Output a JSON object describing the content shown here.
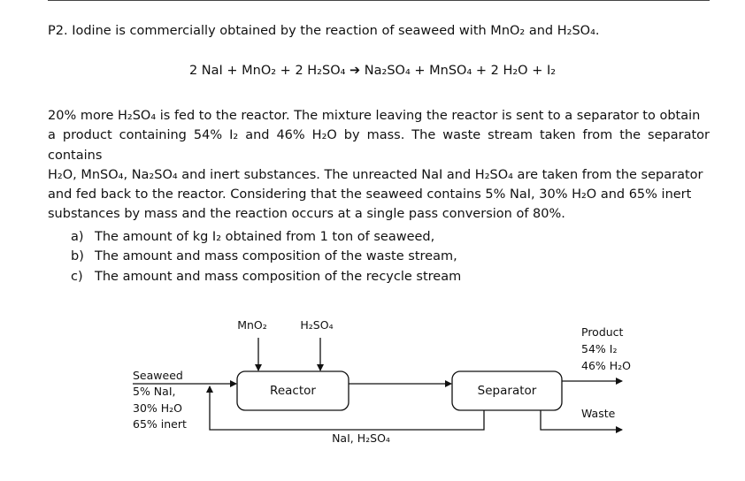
{
  "problem": {
    "title": "P2. Iodine is commercially obtained by the reaction of seaweed with MnO₂ and H₂SO₄.",
    "equation": "2 NaI + MnO₂ + 2 H₂SO₄ ➔ Na₂SO₄ + MnSO₄ + 2 H₂O + I₂",
    "paragraph_lines": [
      "20% more H₂SO₄ is fed to the reactor. The mixture leaving the reactor is sent to a separator to obtain",
      "a product containing 54% I₂ and 46% H₂O by mass. The waste stream taken from the separator contains",
      "H₂O, MnSO₄, Na₂SO₄ and inert substances. The unreacted NaI and H₂SO₄ are taken from the separator",
      "and fed back to the reactor. Considering that the seaweed contains 5% NaI, 30% H₂O and 65% inert",
      "substances by mass and the reaction occurs at a single pass conversion of 80%."
    ],
    "questions": [
      {
        "letter": "a)",
        "text": "The amount of kg I₂ obtained from 1 ton of seaweed,"
      },
      {
        "letter": "b)",
        "text": "The amount and mass composition of the waste stream,"
      },
      {
        "letter": "c)",
        "text": "The amount and mass composition of the recycle stream"
      }
    ]
  },
  "diagram": {
    "mno2_label": "MnO₂",
    "h2so4_label": "H₂SO₄",
    "reactor_label": "Reactor",
    "separator_label": "Separator",
    "seaweed_lines": [
      "Seaweed",
      "5% NaI,",
      "30% H₂O",
      "65% inert"
    ],
    "product_lines": [
      "Product",
      "54% I₂",
      "46% H₂O"
    ],
    "waste_label": "Waste",
    "recycle_label": "NaI, H₂SO₄"
  }
}
